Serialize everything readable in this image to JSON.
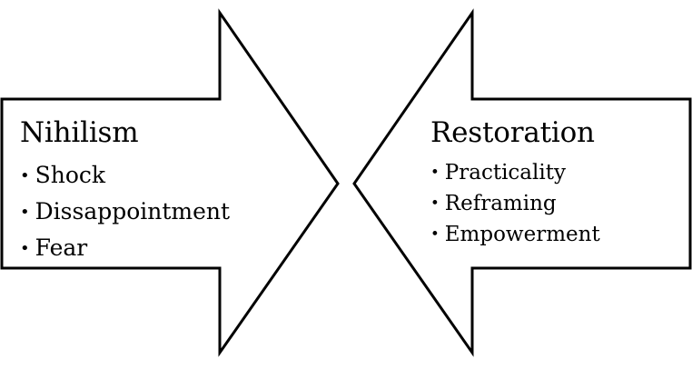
{
  "diagram": {
    "left_arrow": {
      "title": "Nihilism",
      "items": [
        "Shock",
        "Dissappointment",
        "Fear"
      ]
    },
    "right_arrow": {
      "title": "Restoration",
      "items": [
        "Practicality",
        "Reframing",
        "Empowerment"
      ]
    },
    "bullet_symbol": "•",
    "colors": {
      "stroke": "#000000",
      "fill": "#ffffff",
      "text": "#000000",
      "background": "#ffffff"
    }
  }
}
